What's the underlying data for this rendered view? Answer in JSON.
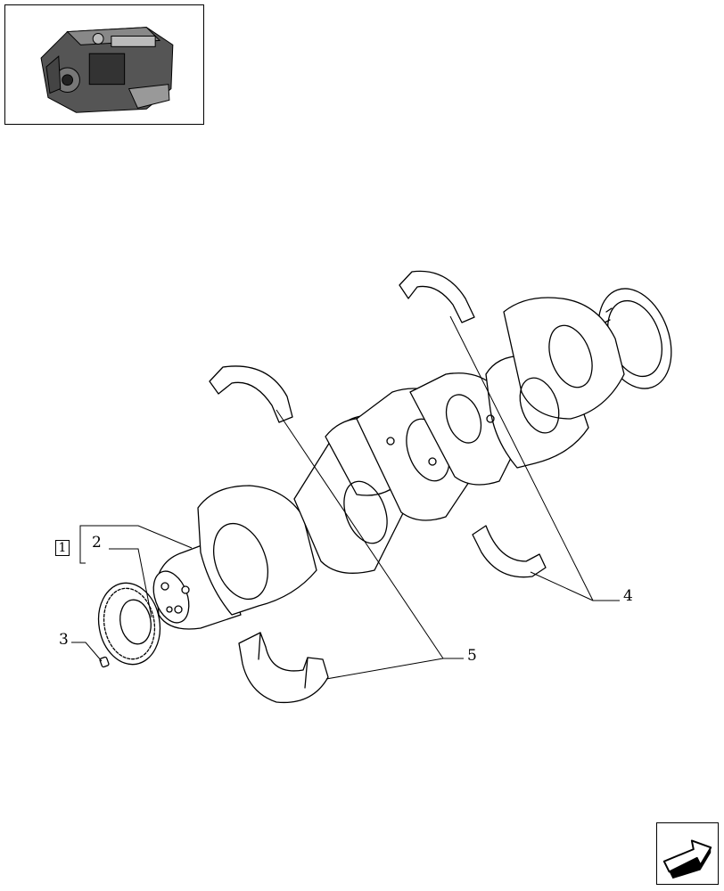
{
  "callouts": {
    "c1": "1",
    "c2": "2",
    "c3": "3",
    "c4": "4",
    "c5": "5"
  },
  "icons": {
    "engine_thumbnail": "engine-thumbnail-icon",
    "next_page": "arrow-next-page-icon"
  }
}
